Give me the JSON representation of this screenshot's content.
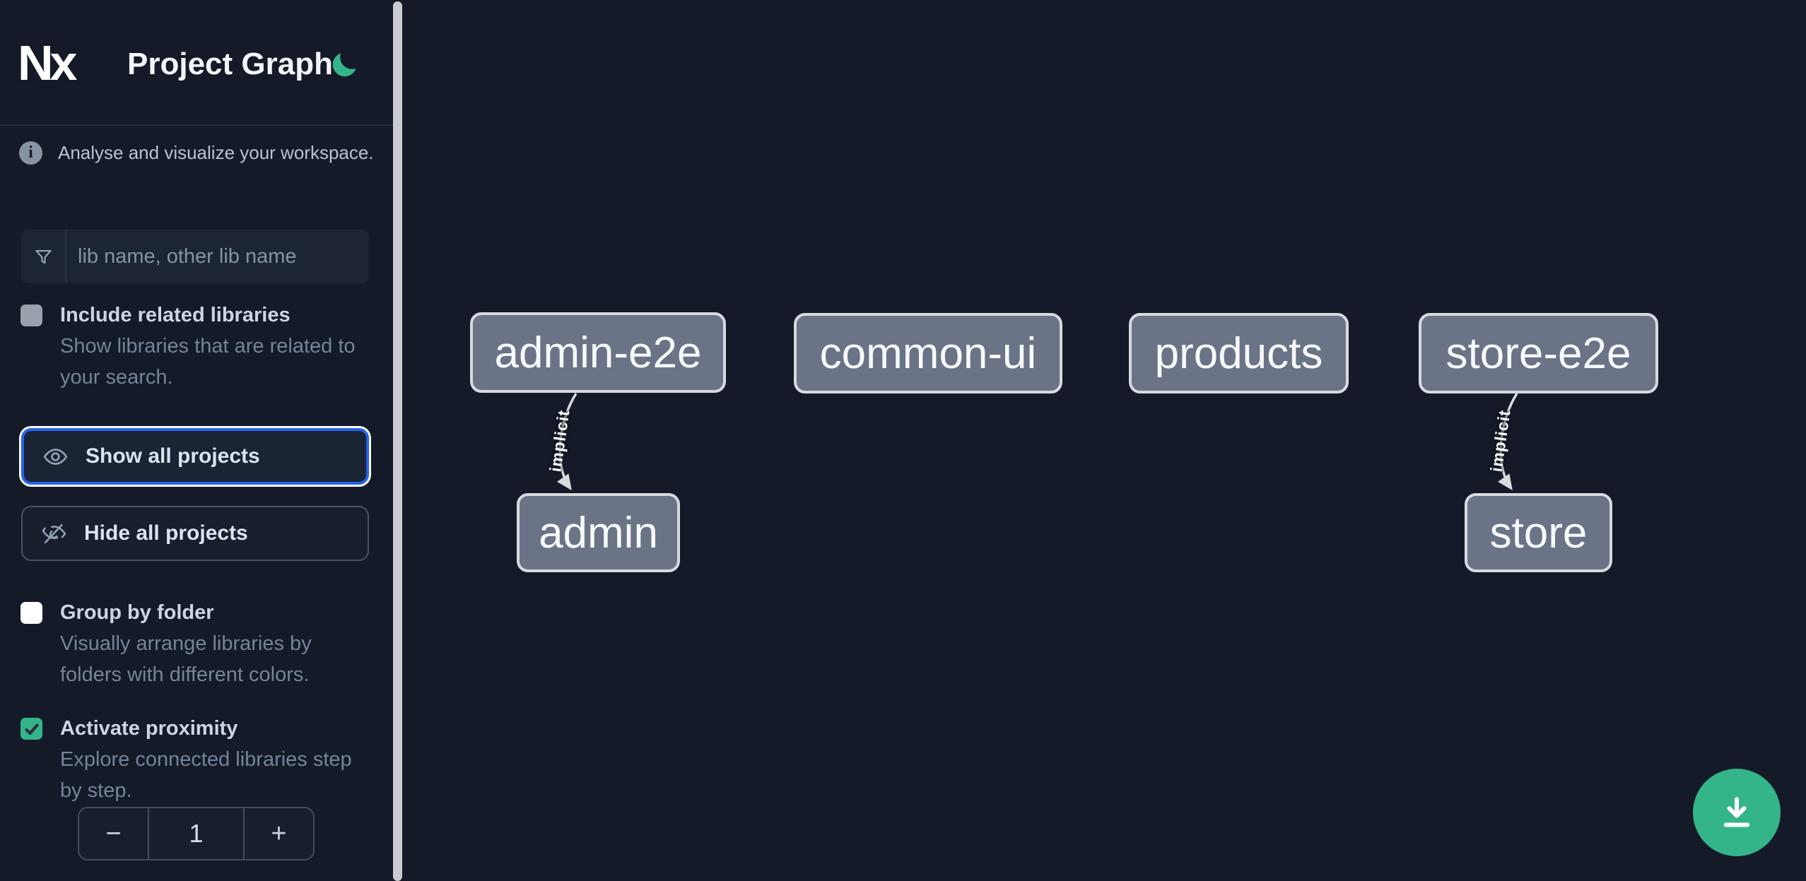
{
  "header": {
    "logo_text": "Nx",
    "title": "Project Graph"
  },
  "sidebar": {
    "info_text": "Analyse and visualize your workspace.",
    "search": {
      "placeholder": "lib name, other lib name",
      "value": ""
    },
    "include_related": {
      "label": "Include related libraries",
      "description": "Show libraries that are related to your search.",
      "checked": false
    },
    "show_all_label": "Show all projects",
    "hide_all_label": "Hide all projects",
    "group_by_folder": {
      "label": "Group by folder",
      "description": "Visually arrange libraries by folders with different colors.",
      "checked": false
    },
    "activate_proximity": {
      "label": "Activate proximity",
      "description": "Explore connected libraries step by step.",
      "checked": true
    },
    "proximity_stepper": {
      "decrement": "−",
      "value": "1",
      "increment": "+"
    }
  },
  "graph": {
    "nodes": [
      {
        "label": "admin-e2e"
      },
      {
        "label": "common-ui"
      },
      {
        "label": "products"
      },
      {
        "label": "store-e2e"
      },
      {
        "label": "admin"
      },
      {
        "label": "store"
      }
    ],
    "edges": [
      {
        "from": "admin-e2e",
        "to": "admin",
        "label": "implicit"
      },
      {
        "from": "store-e2e",
        "to": "store",
        "label": "implicit"
      }
    ]
  },
  "colors": {
    "background": "#141a27",
    "accent_green": "#34b589",
    "focus_blue": "#2563eb",
    "node_fill": "#6a7486",
    "node_border": "#d7dade"
  }
}
